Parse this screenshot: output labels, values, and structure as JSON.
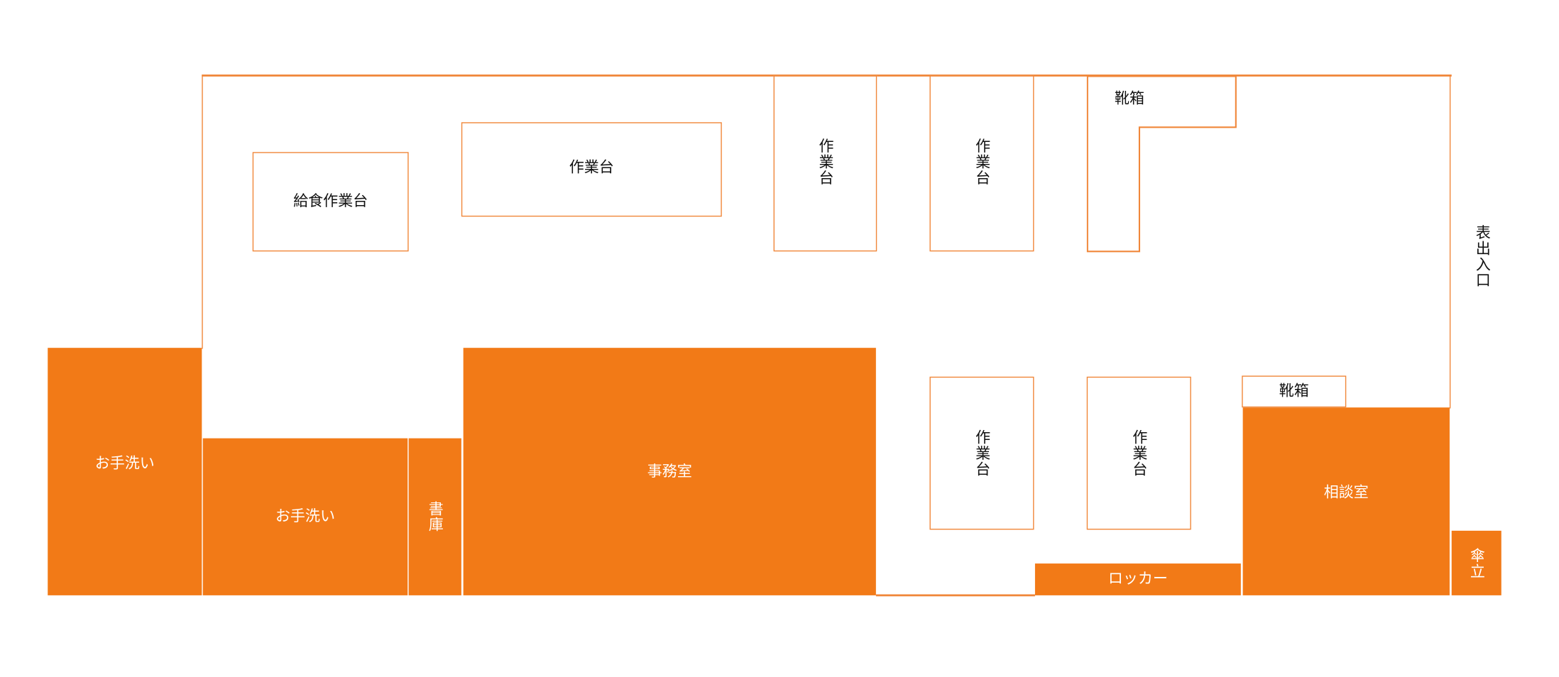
{
  "colors": {
    "accent": "#F27A17",
    "outline": "#F0873A"
  },
  "rooms": {
    "restroom_1": "お手洗い",
    "restroom_2": "お手洗い",
    "library": "書庫",
    "office": "事務室",
    "locker": "ロッカー",
    "consultation": "相談室",
    "umbrella_stand": "傘立",
    "shoe_box_bottom": "靴箱",
    "shoe_box_top": "靴箱",
    "lunch_table": "給食作業台",
    "work_table_wide": "作業台",
    "work_table_1": "作業台",
    "work_table_2": "作業台",
    "work_table_3": "作業台",
    "work_table_4": "作業台",
    "entrance": "表出入口"
  }
}
